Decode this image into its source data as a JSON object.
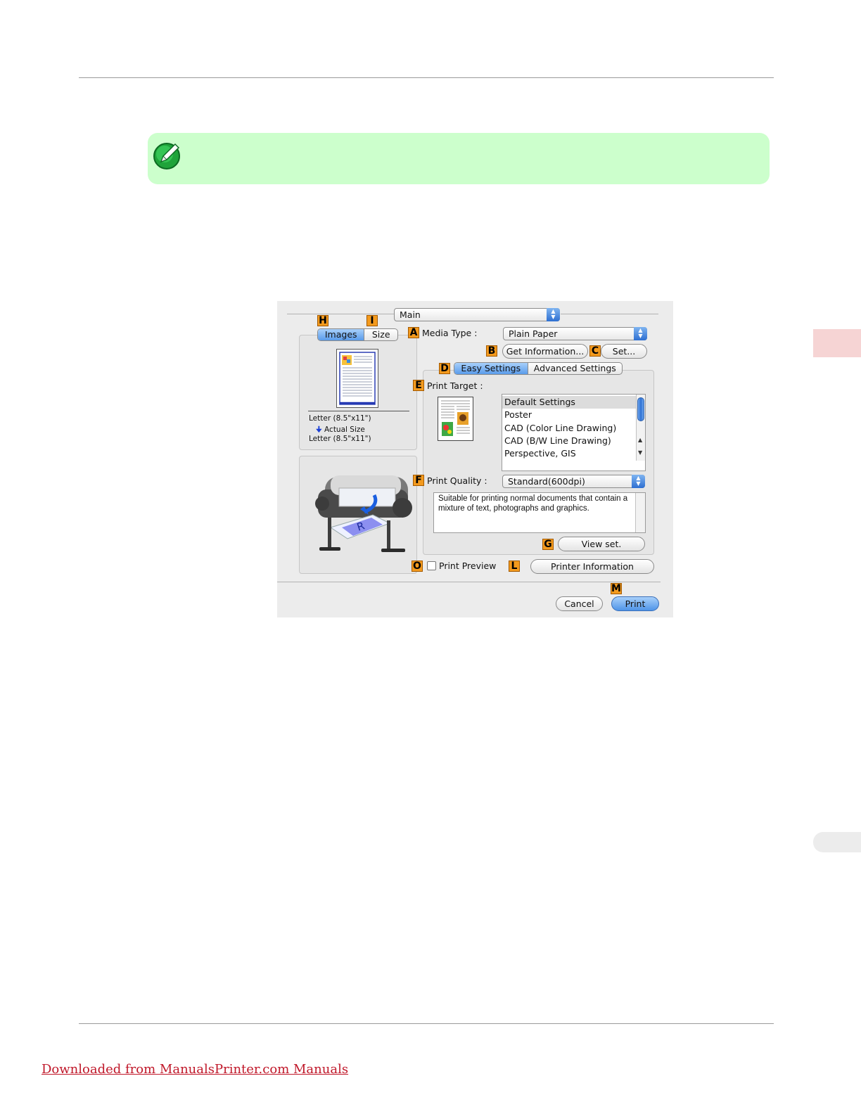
{
  "dialog": {
    "main_popup": "Main",
    "left_tabs": [
      "Images",
      "Size"
    ],
    "left_info": {
      "source_size": "Letter (8.5\"x11\")",
      "scale": "Actual Size",
      "target_size": "Letter (8.5\"x11\")"
    },
    "media_type": {
      "label": "Media Type :",
      "value": "Plain Paper"
    },
    "get_information_label": "Get Information...",
    "set_label": "Set...",
    "settings_tabs": [
      "Easy Settings",
      "Advanced Settings"
    ],
    "print_target": {
      "label": "Print Target :",
      "items": [
        "Default Settings",
        "Poster",
        "CAD (Color Line Drawing)",
        "CAD (B/W Line Drawing)",
        "Perspective, GIS"
      ],
      "selected": "Default Settings"
    },
    "print_quality": {
      "label": "Print Quality :",
      "value": "Standard(600dpi)",
      "description": "Suitable for printing normal documents that contain a mixture of text, photographs and graphics."
    },
    "view_set_label": "View set.",
    "print_preview_label": "Print Preview",
    "print_preview_checked": false,
    "printer_information_label": "Printer Information",
    "cancel_label": "Cancel",
    "print_label": "Print",
    "badges": {
      "A": "A",
      "B": "B",
      "C": "C",
      "D": "D",
      "E": "E",
      "F": "F",
      "G": "G",
      "H": "H",
      "I": "I",
      "L": "L",
      "M": "M",
      "O": "O"
    },
    "colors": {
      "accent": "#5a9bea",
      "badge": "#f39a1e",
      "note": "#ccffcc"
    }
  },
  "footer": {
    "link_text": "Downloaded from ManualsPrinter.com Manuals"
  }
}
